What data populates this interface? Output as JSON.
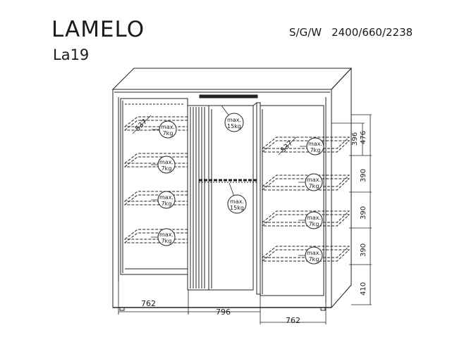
{
  "header": {
    "product_name": "LAMELO",
    "model_code": "La19",
    "dimension_axes": "S/G/W",
    "dimensions": "2400/660/2238"
  },
  "callouts": {
    "shelf_load": "max.\n7kg",
    "rod_load": "max.\n15kg",
    "depth_left": "537",
    "depth_right": "537"
  },
  "width_dims": {
    "left": "762",
    "middle": "796",
    "right": "762"
  },
  "height_dims": {
    "top_inner": "396",
    "top_outer": "476",
    "row2": "390",
    "row3": "390",
    "row4": "390",
    "bottom": "410"
  }
}
